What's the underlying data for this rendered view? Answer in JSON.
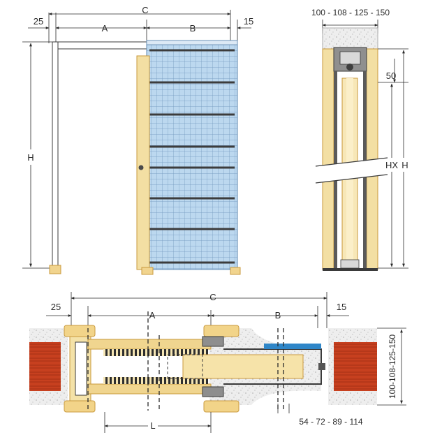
{
  "labels": {
    "front": {
      "left_offset": "25",
      "overall_width": "C",
      "opening_width": "A",
      "pocket_width": "B",
      "right_offset": "15",
      "height": "H"
    },
    "side": {
      "wall_thickness_options": "100 - 108 - 125 - 150",
      "top_offset": "50",
      "inner_height": "HX",
      "height": "H"
    },
    "plan": {
      "overall_width": "C",
      "left_offset": "25",
      "opening_width": "A",
      "pocket_width": "B",
      "right_offset": "15",
      "wall_thickness_options": "100-108-125-150",
      "door_thickness_options": "54 - 72 - 89 - 114",
      "passage_width": "L"
    }
  },
  "colors": {
    "timber": "#f3dfa3",
    "timber_edge": "#d9a94a",
    "mesh": "#b9d6ee",
    "mesh_line": "#5f88b0",
    "brick": "#c23a1c",
    "plaster": "#efefef",
    "slab": "#7a7f86",
    "steel": "#4a4a4a",
    "accent_blue": "#2f86c8"
  }
}
